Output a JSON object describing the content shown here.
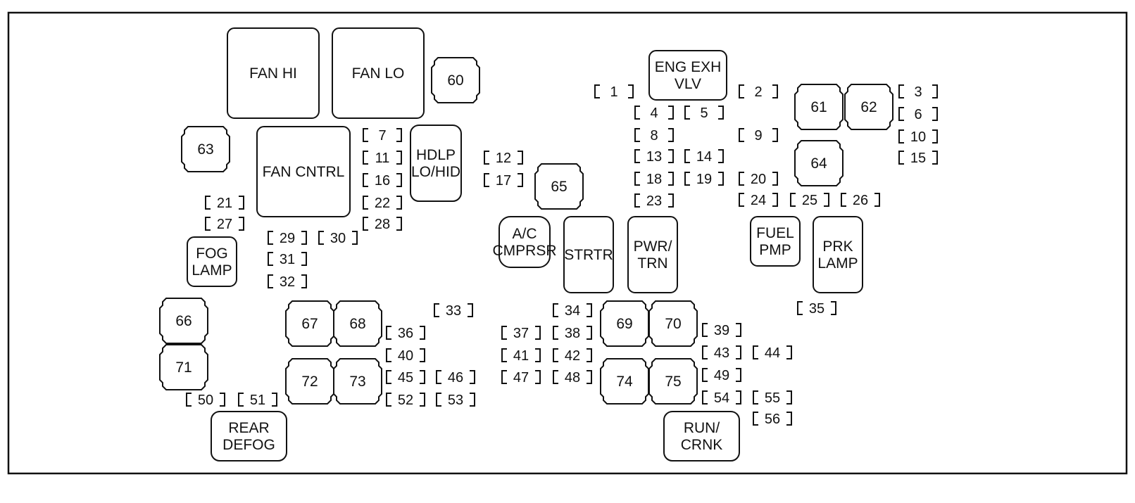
{
  "diagram": {
    "relays": [
      {
        "id": "fan_hi",
        "lines": [
          "FAN HI"
        ]
      },
      {
        "id": "fan_lo",
        "lines": [
          "FAN LO"
        ]
      },
      {
        "id": "fan_cntrl",
        "lines": [
          "FAN CNTRL"
        ]
      },
      {
        "id": "hdlp",
        "lines": [
          "HDLP",
          "LO/HID"
        ]
      },
      {
        "id": "eng_exh",
        "lines": [
          "ENG EXH",
          "VLV"
        ]
      },
      {
        "id": "fog_lamp",
        "lines": [
          "FOG",
          "LAMP"
        ]
      },
      {
        "id": "ac_cmprsr",
        "lines": [
          "A/C",
          "CMPRSR"
        ]
      },
      {
        "id": "strtr",
        "lines": [
          "STRTR"
        ]
      },
      {
        "id": "pwr_trn",
        "lines": [
          "PWR/",
          "TRN"
        ]
      },
      {
        "id": "fuel_pmp",
        "lines": [
          "FUEL",
          "PMP"
        ]
      },
      {
        "id": "prk_lamp",
        "lines": [
          "PRK",
          "LAMP"
        ]
      },
      {
        "id": "rear_defog",
        "lines": [
          "REAR",
          "DEFOG"
        ]
      },
      {
        "id": "run_crnk",
        "lines": [
          "RUN/",
          "CRNK"
        ]
      }
    ],
    "micro_relays": [
      "60",
      "61",
      "62",
      "63",
      "64",
      "65",
      "66",
      "67",
      "68",
      "69",
      "70",
      "71",
      "72",
      "73",
      "74",
      "75"
    ],
    "fuses": [
      "1",
      "2",
      "3",
      "4",
      "5",
      "6",
      "7",
      "8",
      "9",
      "10",
      "11",
      "12",
      "13",
      "14",
      "15",
      "16",
      "17",
      "18",
      "19",
      "20",
      "21",
      "22",
      "23",
      "24",
      "25",
      "26",
      "27",
      "28",
      "29",
      "30",
      "31",
      "32",
      "33",
      "34",
      "35",
      "36",
      "37",
      "38",
      "39",
      "40",
      "41",
      "42",
      "43",
      "44",
      "45",
      "46",
      "47",
      "48",
      "49",
      "50",
      "51",
      "52",
      "53",
      "54",
      "55",
      "56"
    ]
  }
}
